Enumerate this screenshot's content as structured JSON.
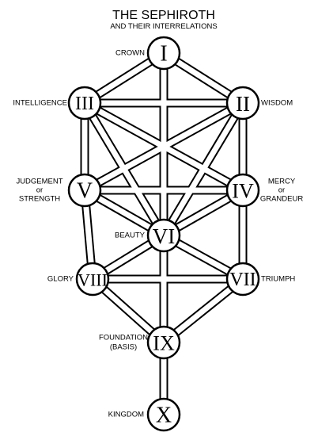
{
  "title": "THE SEPHIROTH",
  "subtitle": "AND THEIR INTERRELATIONS",
  "sephiroth": [
    {
      "id": "I",
      "numeral": "I",
      "label": [
        "CROWN"
      ]
    },
    {
      "id": "II",
      "numeral": "II",
      "label": [
        "WISDOM"
      ]
    },
    {
      "id": "III",
      "numeral": "III",
      "label": [
        "INTELLIGENCE"
      ]
    },
    {
      "id": "IV",
      "numeral": "IV",
      "label": [
        "MERCY",
        "or",
        "GRANDEUR"
      ]
    },
    {
      "id": "V",
      "numeral": "V",
      "label": [
        "JUDGEMENT",
        "or",
        "STRENGTH"
      ]
    },
    {
      "id": "VI",
      "numeral": "VI",
      "label": [
        "BEAUTY"
      ]
    },
    {
      "id": "VII",
      "numeral": "VII",
      "label": [
        "TRIUMPH"
      ]
    },
    {
      "id": "VIII",
      "numeral": "VIII",
      "label": [
        "GLORY"
      ]
    },
    {
      "id": "IX",
      "numeral": "IX",
      "label": [
        "FOUNDATION",
        "(BASIS)"
      ]
    },
    {
      "id": "X",
      "numeral": "X",
      "label": [
        "KINGDOM"
      ]
    }
  ],
  "paths": [
    [
      "I",
      "II"
    ],
    [
      "I",
      "III"
    ],
    [
      "I",
      "VI"
    ],
    [
      "II",
      "III"
    ],
    [
      "II",
      "IV"
    ],
    [
      "II",
      "VI"
    ],
    [
      "II",
      "V"
    ],
    [
      "III",
      "V"
    ],
    [
      "III",
      "VI"
    ],
    [
      "III",
      "IV"
    ],
    [
      "IV",
      "V"
    ],
    [
      "IV",
      "VI"
    ],
    [
      "IV",
      "VII"
    ],
    [
      "V",
      "VI"
    ],
    [
      "V",
      "VIII"
    ],
    [
      "VI",
      "VII"
    ],
    [
      "VI",
      "VIII"
    ],
    [
      "VI",
      "IX"
    ],
    [
      "VII",
      "VIII"
    ],
    [
      "VII",
      "IX"
    ],
    [
      "VIII",
      "IX"
    ],
    [
      "IX",
      "X"
    ]
  ]
}
